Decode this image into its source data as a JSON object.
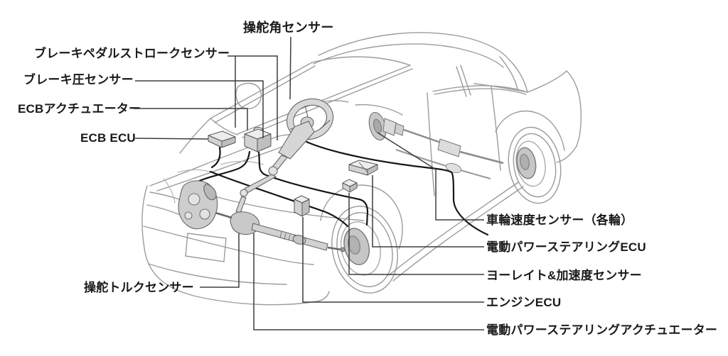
{
  "diagram": {
    "background": "#ffffff",
    "colors": {
      "artwork_line": "#9c9c9c",
      "component_fill": "#d2d2d2",
      "cable": "#161616",
      "callout_line": "#3d3d3d",
      "label_text": "#1a1a1a"
    },
    "labels": [
      {
        "name": "steering-angle-sensor",
        "text": "操舵角センサー"
      },
      {
        "name": "brake-pedal-stroke-sensor",
        "text": "ブレーキペダルストロークセンサー"
      },
      {
        "name": "brake-pressure-sensor",
        "text": "ブレーキ圧センサー"
      },
      {
        "name": "ecb-actuator",
        "text": "ECBアクチュエーター"
      },
      {
        "name": "ecb-ecu",
        "text": "ECB ECU"
      },
      {
        "name": "steering-torque-sensor",
        "text": "操舵トルクセンサー"
      },
      {
        "name": "wheel-speed-sensor-each-wheel",
        "text": "車輪速度センサー（各輪）"
      },
      {
        "name": "electric-power-steering-ecu",
        "text": "電動パワーステアリングECU"
      },
      {
        "name": "yaw-rate-acceleration-sensor",
        "text": "ヨーレイト&加速度センサー"
      },
      {
        "name": "engine-ecu",
        "text": "エンジンECU"
      },
      {
        "name": "electric-power-steering-actuator",
        "text": "電動パワーステアリングアクチュエーター"
      }
    ]
  }
}
